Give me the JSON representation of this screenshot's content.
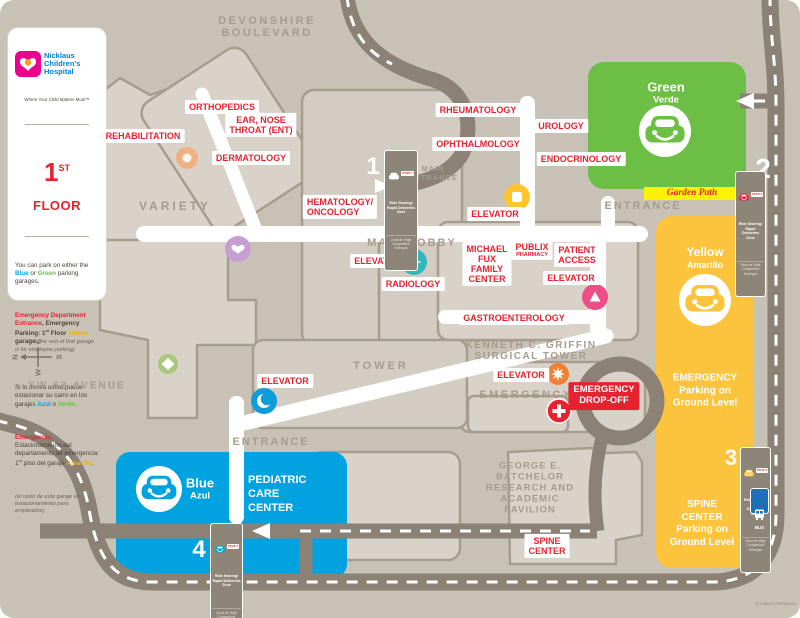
{
  "colors": {
    "green": "#6cbe45",
    "yellow": "#fcc33c",
    "blue": "#00a3e0",
    "red": "#e52330",
    "road": "#8b8175"
  },
  "sidebar": {
    "hospital_name": "Nicklaus\nChildren's\nHospital",
    "tagline": "Where Your Child Matters Most™",
    "floor_num": "1",
    "floor_sup": "ST",
    "floor_word": "FLOOR",
    "p1a": "You can park on either the ",
    "p1b": "Blue",
    "p1c": " or ",
    "p1d": "Green",
    "p1e": " parking garages.",
    "p2a": "Emergency Department Entrance",
    "p2b": ", Emergency Parking: 1",
    "p2c": "st",
    "p2d": " Floor ",
    "p2e": "Yellow",
    "p2f": " garage ",
    "p2note": "(the rest of that garage is for employee parking)",
    "p3a": "Si lo desea usted puede estacionar su carro en los garajes ",
    "p3b": "Azul",
    "p3c": " o ",
    "p3d": "Verde",
    "p3e": ".",
    "p4a": "Emergencia",
    "p4b": ", Estacionamiento del departamento de emergencia: 1",
    "p4c": "er",
    "p4d": " piso del garaje ",
    "p4e": "Amarillo",
    "p4f": ".",
    "p5": "(el resto de este garaje es estacionamiento para empleados)"
  },
  "streets": {
    "devonshire": "DEVONSHIRE\nBOULEVARD",
    "sw62": "SW 62 AVENUE"
  },
  "areas": {
    "variety": "VARIETY",
    "main_entrance": "MAIN\nENTRANCE",
    "main_lobby": "MAIN LOBBY",
    "entrance": "ENTRANCE",
    "kenneth": "KENNETH C. GRIFFIN\nSURGICAL TOWER",
    "tower": "TOWER",
    "emergency": "EMERGENCY",
    "george": "GEORGE E.\nBATCHELOR\nRESEARCH AND\nACADEMIC\nPAVILION"
  },
  "departments": {
    "orthopedics": "ORTHOPEDICS",
    "rehabilitation": "REHABILITATION",
    "ent": "EAR, NOSE\nTHROAT (ENT)",
    "dermatology": "DERMATOLOGY",
    "hematology_oncology": "HEMATOLOGY/\nONCOLOGY",
    "rheumatology": "RHEUMATOLOGY",
    "ophthalmology": "OPHTHALMOLOGY",
    "urology": "UROLOGY",
    "endocrinology": "ENDOCRINOLOGY",
    "radiology": "RADIOLOGY",
    "gastroenterology": "GASTROENTEROLOGY",
    "michael_fux": "MICHAEL\nFUX\nFAMILY\nCENTER",
    "publix": "PUBLIX",
    "publix_sub": "PHARMACY",
    "patient_access": "PATIENT\nACCESS",
    "elevator": "ELEVATOR",
    "spine_center": "SPINE\nCENTER",
    "emergency_dropoff": "EMERGENCY\nDROP-OFF"
  },
  "garages": {
    "green": {
      "name": "Green",
      "name_es": "Verde"
    },
    "yellow": {
      "name": "Yellow",
      "name_es": "Amarillo",
      "note": "EMERGENCY\nParking on\nGround Level",
      "spine_note": "SPINE\nCENTER\nParking on\nGround Level"
    },
    "blue": {
      "name": "Blue",
      "name_es": "Azul",
      "center": "PEDIATRIC\nCARE\nCENTER"
    },
    "garden_path": "Garden Path"
  },
  "rideshare": {
    "title": "Ride Sharing/\nRapid Deliveries\nZone",
    "title_es": "Zona de Viaje\nCompartido/\nEntregas",
    "tag1": "STOP 1",
    "tag2": "STOP 2",
    "tag3": "STOP 3",
    "tag4": "STOP 4",
    "bus": "BUS"
  },
  "markers": {
    "m1": "1",
    "m2": "2",
    "m3": "3",
    "m4": "4"
  },
  "compass": {
    "n": "N",
    "e": "E",
    "s": "S",
    "w": "W"
  },
  "footer_code": "5727664R-RSPW2024"
}
